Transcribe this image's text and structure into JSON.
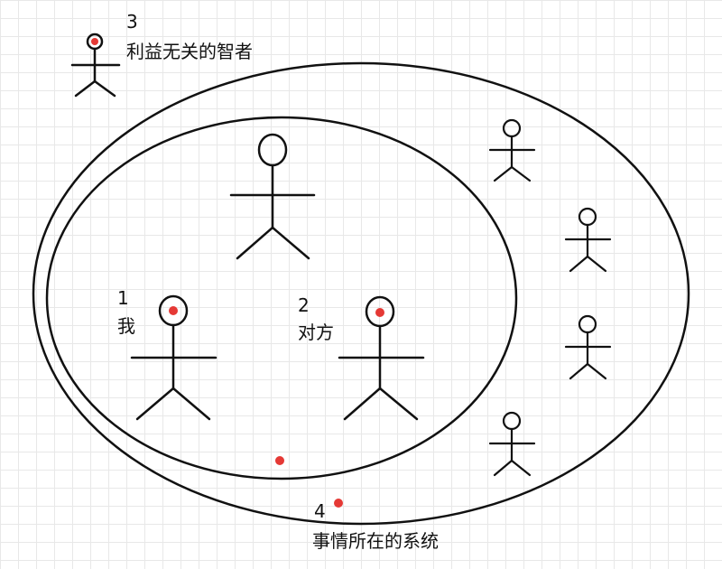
{
  "labels": {
    "me": {
      "number": "1",
      "text": "我"
    },
    "other": {
      "number": "2",
      "text": "对方"
    },
    "sage": {
      "number": "3",
      "text": "利益无关的智者"
    },
    "system": {
      "number": "4",
      "text": "事情所在的系统"
    }
  },
  "colors": {
    "stroke": "#111111",
    "marker": "#e53935",
    "grid": "#e8e8e8",
    "background": "#ffffff"
  }
}
